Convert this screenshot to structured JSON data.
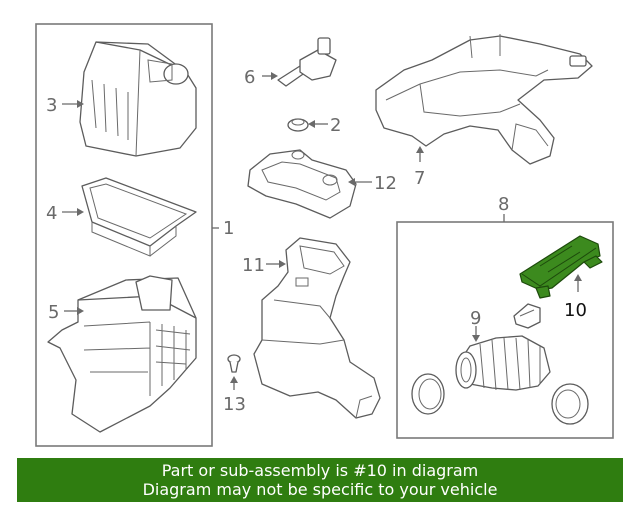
{
  "callouts": {
    "c1": "1",
    "c2": "2",
    "c3": "3",
    "c4": "4",
    "c5": "5",
    "c6": "6",
    "c7": "7",
    "c8": "8",
    "c9": "9",
    "c10": "10",
    "c11": "11",
    "c12": "12",
    "c13": "13"
  },
  "highlighted_part": "10",
  "colors": {
    "highlight": "#3c8a1e",
    "banner": "#2f7d10",
    "line": "#6a6a6a"
  },
  "banner": {
    "line1": "Part or sub-assembly is #10 in diagram",
    "line2": "Diagram may not be specific to your vehicle"
  }
}
